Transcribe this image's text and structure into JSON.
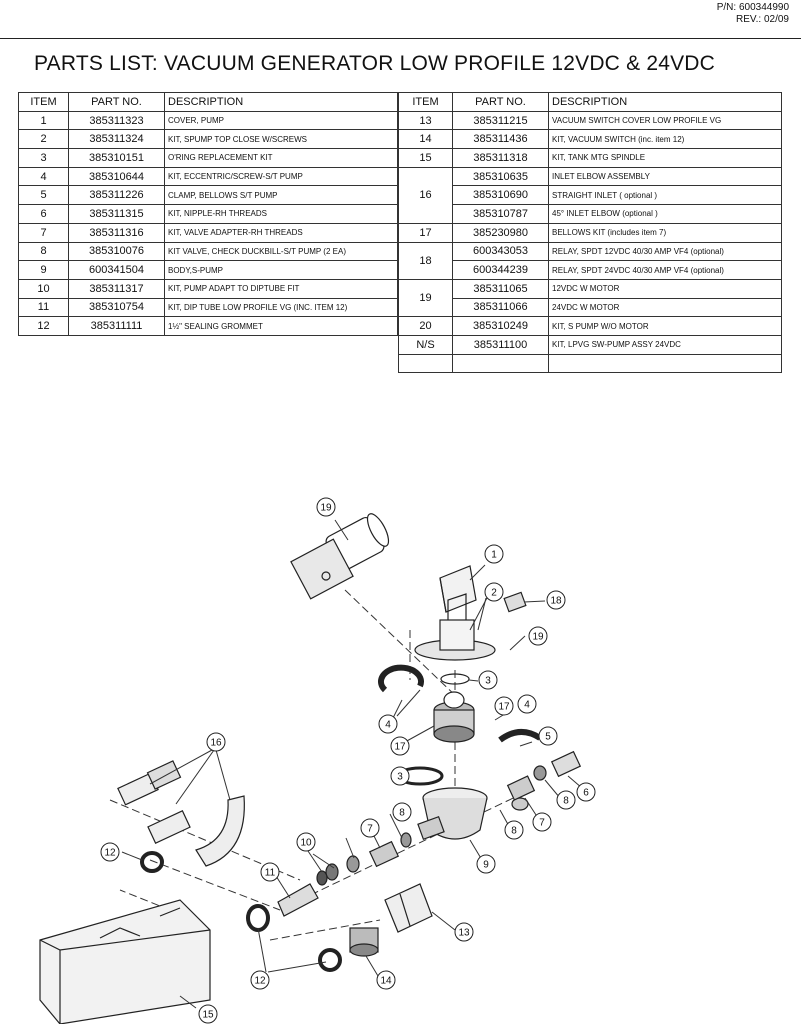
{
  "header": {
    "part_number": "P/N:  600344990",
    "revision": "REV.: 02/09",
    "title": "PARTS LIST:  VACUUM GENERATOR LOW PROFILE  12VDC & 24VDC"
  },
  "table": {
    "columns": [
      "ITEM",
      "PART NO.",
      "DESCRIPTION"
    ],
    "left_rows": [
      {
        "item": "1",
        "part": "385311323",
        "desc": "COVER, PUMP"
      },
      {
        "item": "2",
        "part": "385311324",
        "desc": "KIT, SPUMP TOP CLOSE W/SCREWS"
      },
      {
        "item": "3",
        "part": "385310151",
        "desc": "O'RING REPLACEMENT KIT"
      },
      {
        "item": "4",
        "part": "385310644",
        "desc": "KIT, ECCENTRIC/SCREW-S/T PUMP"
      },
      {
        "item": "5",
        "part": "385311226",
        "desc": "CLAMP, BELLOWS S/T PUMP"
      },
      {
        "item": "6",
        "part": "385311315",
        "desc": "KIT, NIPPLE-RH THREADS"
      },
      {
        "item": "7",
        "part": "385311316",
        "desc": "KIT, VALVE ADAPTER-RH THREADS"
      },
      {
        "item": "8",
        "part": "385310076",
        "desc": "KIT VALVE, CHECK DUCKBILL-S/T PUMP (2 EA)"
      },
      {
        "item": "9",
        "part": "600341504",
        "desc": "BODY,S-PUMP"
      },
      {
        "item": "10",
        "part": "385311317",
        "desc": "KIT, PUMP ADAPT TO DIPTUBE FIT"
      },
      {
        "item": "11",
        "part": "385310754",
        "desc": "KIT, DIP TUBE LOW PROFILE VG (INC. ITEM 12)"
      },
      {
        "item": "12",
        "part": "385311111",
        "desc": "1½\" SEALING GROMMET"
      }
    ],
    "right_rows": [
      {
        "item": "13",
        "part": "385311215",
        "desc": "VACUUM SWITCH COVER LOW PROFILE VG"
      },
      {
        "item": "14",
        "part": "385311436",
        "desc": "KIT, VACUUM SWITCH  (inc. item 12)"
      },
      {
        "item": "15",
        "part": "385311318",
        "desc": "KIT, TANK MTG SPINDLE"
      },
      {
        "item": "16",
        "part": "385310635",
        "desc": "INLET ELBOW ASSEMBLY"
      },
      {
        "item": "",
        "part": "385310690",
        "desc": "STRAIGHT INLET ( optional )"
      },
      {
        "item": "",
        "part": "385310787",
        "desc": "45° INLET ELBOW (optional )"
      },
      {
        "item": "17",
        "part": "385230980",
        "desc": "BELLOWS KIT (includes item 7)"
      },
      {
        "item": "18",
        "part": "600343053",
        "desc": "RELAY, SPDT 12VDC 40/30 AMP VF4 (optional)"
      },
      {
        "item": "",
        "part": "600344239",
        "desc": "RELAY, SPDT 24VDC 40/30 AMP VF4 (optional)"
      },
      {
        "item": "19",
        "part": "385311065",
        "desc": "12VDC  W  MOTOR"
      },
      {
        "item": "",
        "part": "385311066",
        "desc": "24VDC W  MOTOR"
      },
      {
        "item": "20",
        "part": "385310249",
        "desc": "KIT, S PUMP W/O MOTOR"
      },
      {
        "item": "N/S",
        "part": "385311100",
        "desc": "KIT, LPVG SW-PUMP ASSY 24VDC"
      },
      {
        "item": "",
        "part": "",
        "desc": ""
      }
    ]
  },
  "diagram": {
    "callouts": [
      "19",
      "1",
      "2",
      "18",
      "19",
      "3",
      "4",
      "17",
      "4",
      "17",
      "5",
      "3",
      "6",
      "8",
      "7",
      "8",
      "9",
      "7",
      "8",
      "10",
      "11",
      "16",
      "12",
      "13",
      "12",
      "14",
      "15"
    ]
  }
}
